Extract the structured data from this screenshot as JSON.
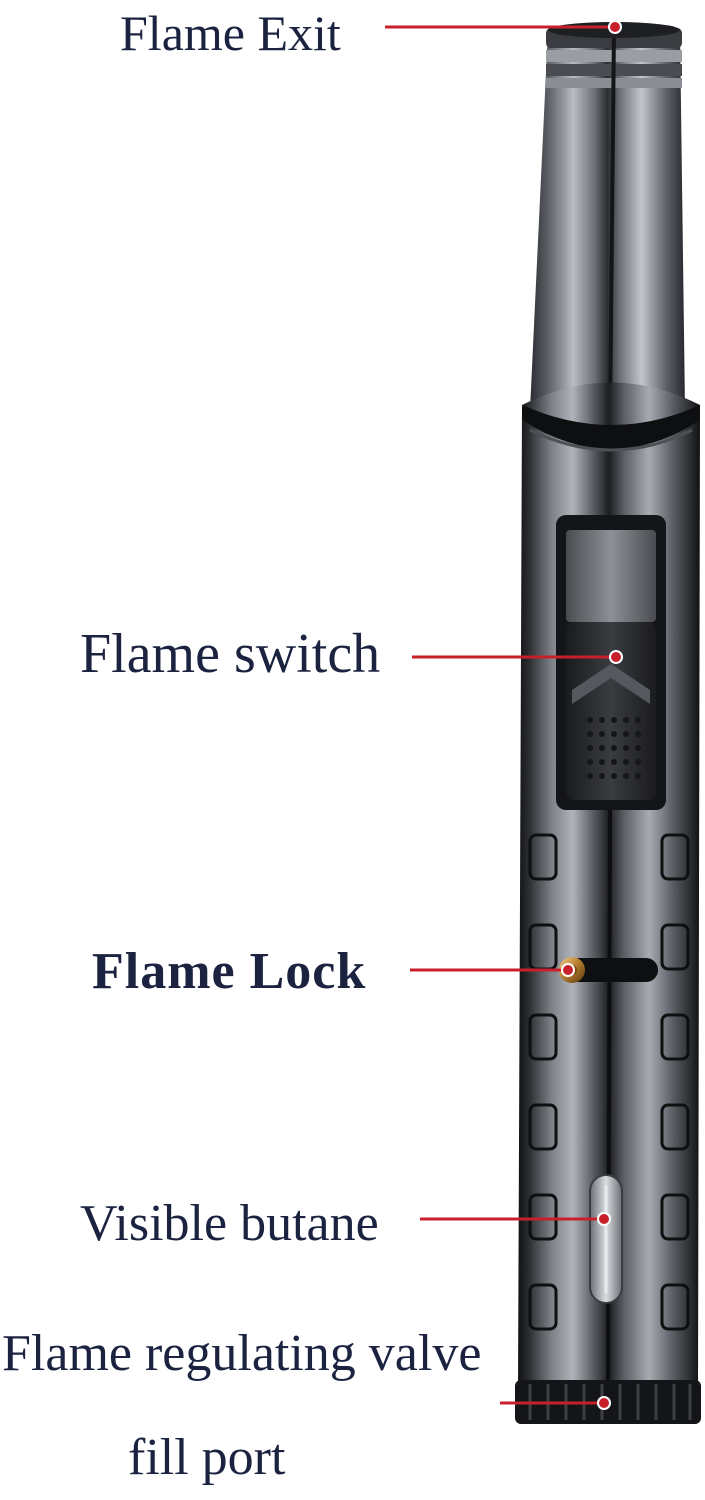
{
  "labels": {
    "flame_exit": "Flame Exit",
    "flame_switch": "Flame switch",
    "flame_lock": "Flame Lock",
    "visible_butane": "Visible butane",
    "flame_regulating_valve": "Flame regulating valve",
    "fill_port": "fill port"
  },
  "colors": {
    "label_text": "#1b2340",
    "leader_line": "#c8202a",
    "body_dark": "#202124",
    "body_metal": "#6b6e74",
    "background": "#ffffff"
  }
}
